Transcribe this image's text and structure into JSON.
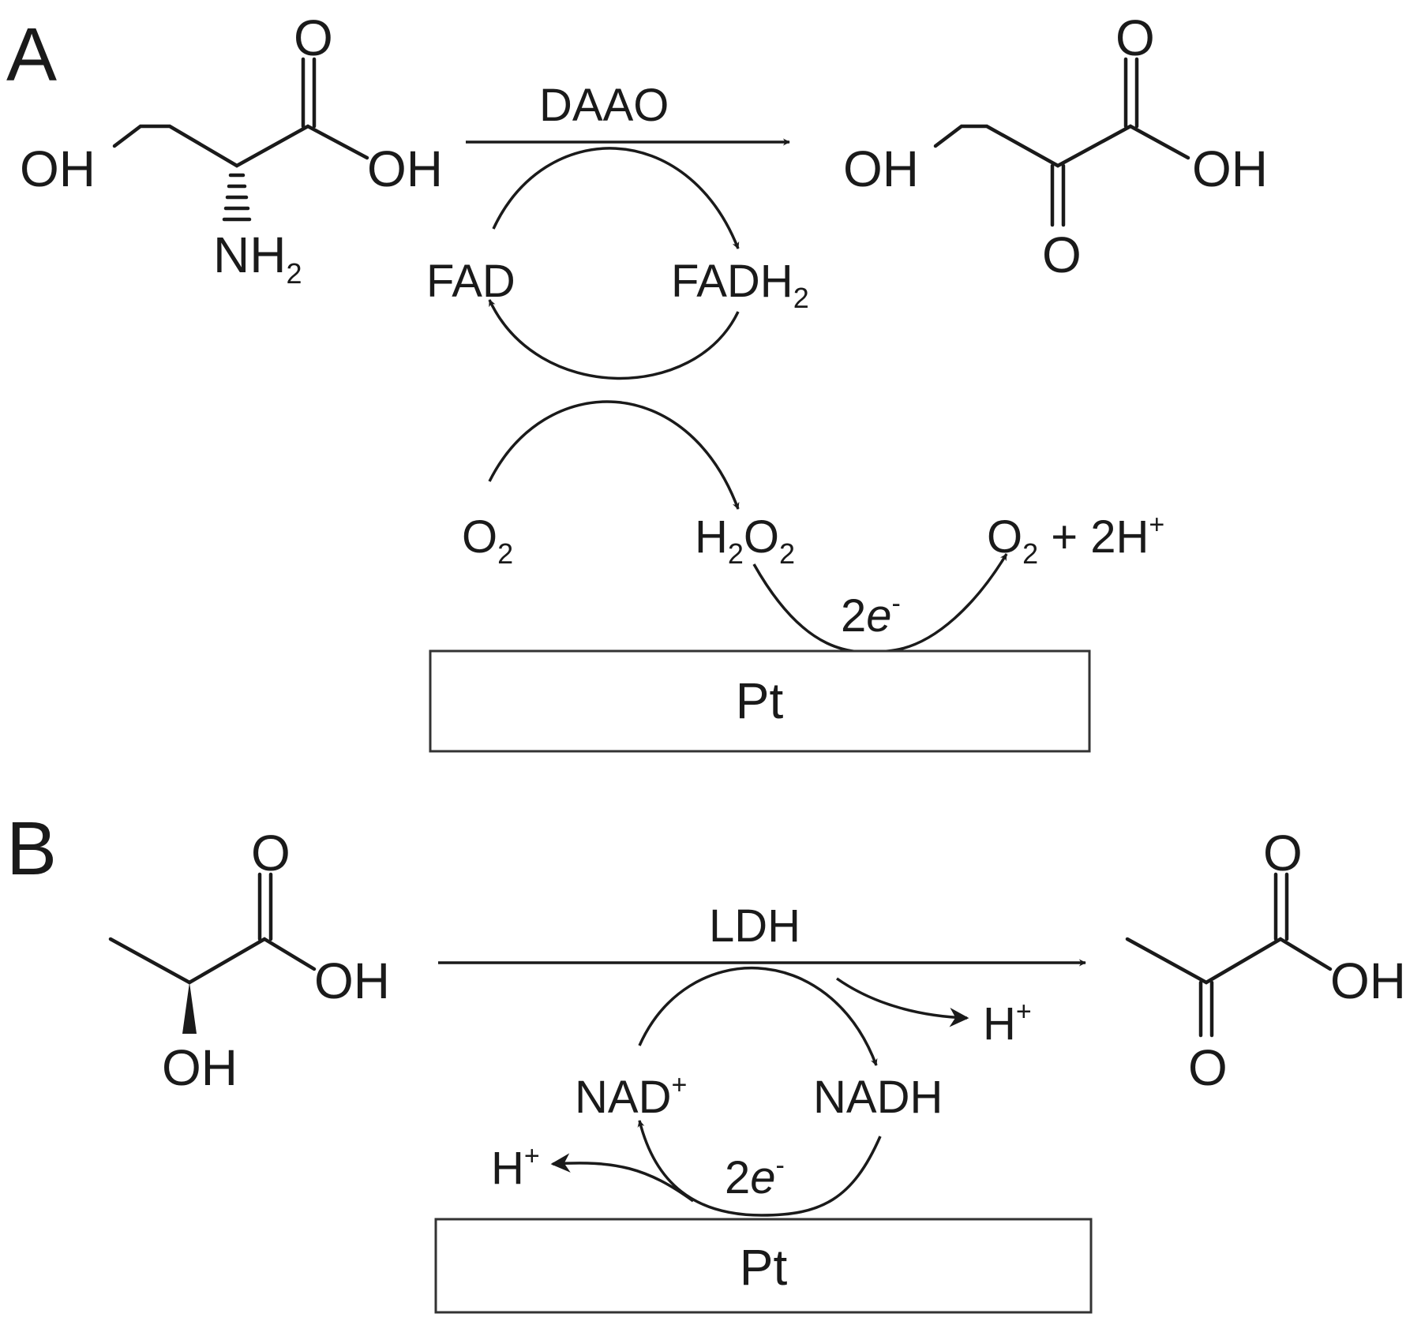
{
  "panel_a": {
    "letter": "A",
    "enzyme": "DAAO",
    "substrate": {
      "hydroxyl_left": "OH",
      "carbonyl_o": "O",
      "acid_oh": "OH",
      "amine_n": "NH",
      "amine_sub": "2"
    },
    "product": {
      "hydroxyl_left": "OH",
      "carbonyl_o": "O",
      "acid_oh": "OH",
      "keto_o": "O"
    },
    "cofactor_ox": "FAD",
    "cofactor_red": {
      "base": "FADH",
      "sub": "2"
    },
    "oxygen": {
      "base": "O",
      "sub": "2"
    },
    "peroxide": {
      "h": "H",
      "h_sub": "2",
      "o": "O",
      "o_sub": "2"
    },
    "regen": {
      "o": "O",
      "o_sub": "2",
      "plus": " + 2H",
      "sup": "+"
    },
    "electrons": {
      "coef": "2",
      "e": "e",
      "sup": "-"
    },
    "electrode": "Pt"
  },
  "panel_b": {
    "letter": "B",
    "enzyme": "LDH",
    "substrate": {
      "carbonyl_o": "O",
      "acid_oh": "OH",
      "hydroxyl": "OH"
    },
    "product": {
      "carbonyl_o": "O",
      "acid_oh": "OH",
      "keto_o": "O"
    },
    "proton_right": {
      "base": "H",
      "sup": "+"
    },
    "cofactor_ox": {
      "base": "NAD",
      "sup": "+"
    },
    "cofactor_red": "NADH",
    "proton_left": {
      "base": "H",
      "sup": "+"
    },
    "electrons": {
      "coef": "2",
      "e": "e",
      "sup": "-"
    },
    "electrode": "Pt"
  },
  "colors": {
    "ink": "#1a1a1a",
    "background": "#ffffff"
  }
}
